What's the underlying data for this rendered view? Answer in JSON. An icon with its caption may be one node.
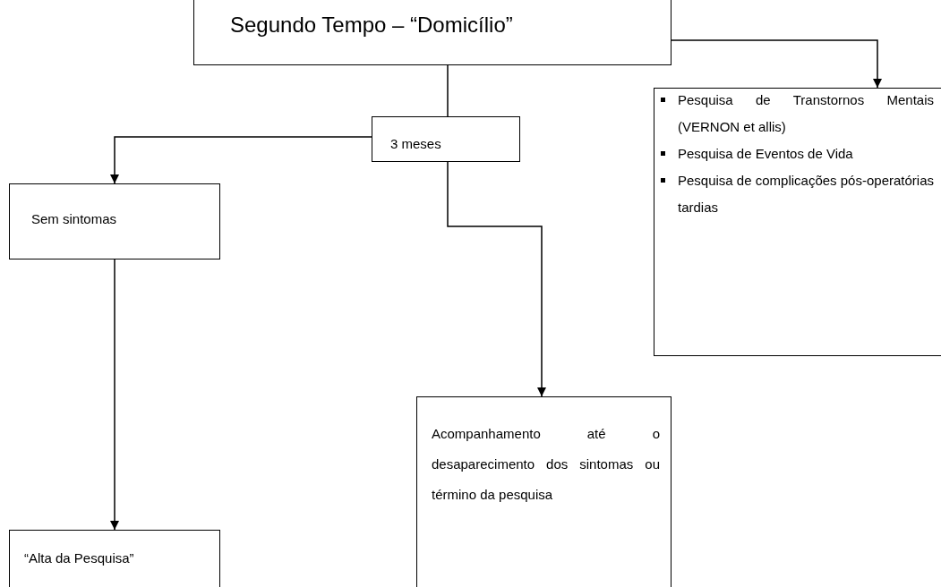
{
  "diagram": {
    "nodes": [
      {
        "text": [
          "Segundo Tempo – “Domicílio”"
        ]
      },
      {
        "text": [
          "3 meses"
        ]
      },
      {
        "text": [
          "Sem sintomas"
        ]
      },
      {
        "text": [
          "Pesquisa de Transtornos Mentais (VERNON et allis)",
          "Pesquisa de Eventos de Vida",
          "Pesquisa de complicações pós-operatórias tardias"
        ]
      },
      {
        "text": [
          "“Alta da Pesquisa”"
        ]
      },
      {
        "text": [
          "Acompanhamento até o desaparecimento dos sintomas ou término da pesquisa"
        ]
      }
    ],
    "edges": [
      {
        "from": 0,
        "to": 1,
        "arrow": "none"
      },
      {
        "from": 0,
        "to": 3,
        "arrow": "to"
      },
      {
        "from": 1,
        "to": 2,
        "arrow": "to"
      },
      {
        "from": 1,
        "to": 5,
        "arrow": "to"
      },
      {
        "from": 2,
        "to": 4,
        "arrow": "to"
      }
    ]
  }
}
